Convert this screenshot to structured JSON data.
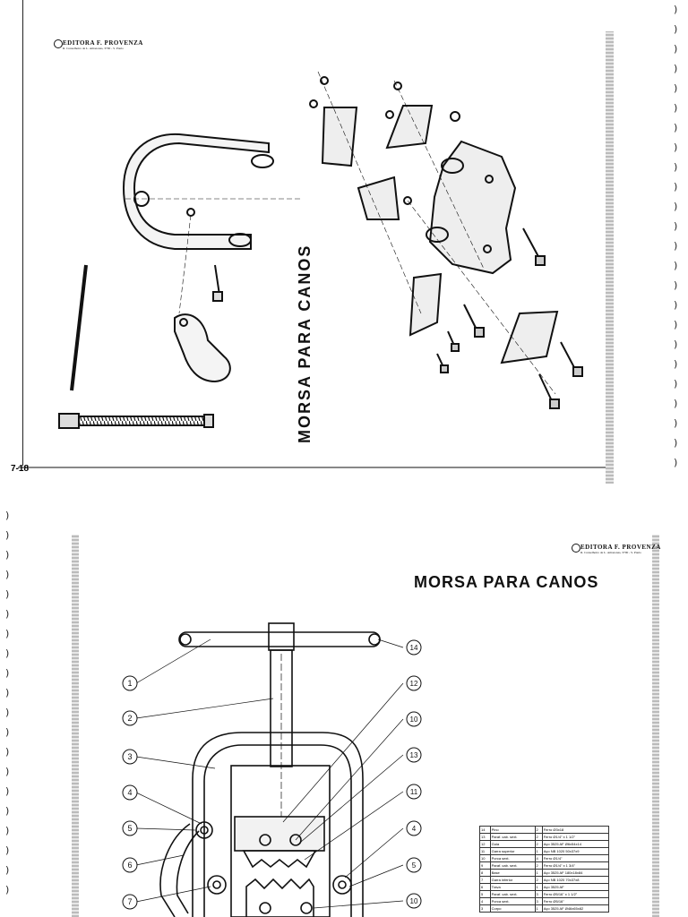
{
  "top_page": {
    "publisher": {
      "name": "EDITORA F. PROVENZA",
      "address": "R. Conselheiro de L. Amazonas, 3700 - S. Paulo"
    },
    "title": "MORSA PARA CANOS",
    "page_number": "7-18"
  },
  "bottom_page": {
    "publisher": {
      "name": "EDITORA F. PROVENZA",
      "address": "R. Conselheiro de L. Amazonas, 3700 - S. Paulo"
    },
    "title": "MORSA PARA CANOS",
    "callouts_left": [
      "1",
      "2",
      "3",
      "4",
      "5",
      "6",
      "7"
    ],
    "callouts_right": [
      "14",
      "12",
      "10",
      "13",
      "11",
      "4",
      "5",
      "10"
    ],
    "parts_table": [
      [
        "14",
        "Pino",
        "2",
        "Ferro Ø3x18"
      ],
      [
        "13",
        "Paraf. cab. sext.",
        "2",
        "Ferro Ø1/4\" x 1 1/2\""
      ],
      [
        "12",
        "Guia",
        "2",
        "Aço 3525 AF Ø6x54x14"
      ],
      [
        "11",
        "Garra superior",
        "1",
        "Aço NB 1020 50x37x9"
      ],
      [
        "10",
        "Porca sext.",
        "4",
        "Ferro Ø1/4\""
      ],
      [
        "9",
        "Paraf. cab. sext.",
        "2",
        "Ferro Ø1/4\" x 1 3/4\""
      ],
      [
        "8",
        "Base",
        "1",
        "Aço 3525 AF 180x18x84"
      ],
      [
        "7",
        "Garra inferior",
        "2",
        "Aço NB 1020 70x37x8"
      ],
      [
        "6",
        "Trava",
        "1",
        "Aço 3525 AF"
      ],
      [
        "5",
        "Paraf. cab. sext.",
        "3",
        "Ferro Ø5/16\" x 1 1/2\""
      ],
      [
        "4",
        "Porca sext.",
        "3",
        "Ferro Ø5/16\""
      ],
      [
        "3",
        "Corpo",
        "1",
        "Aço 3525 AF Ø46x65x82"
      ]
    ]
  }
}
